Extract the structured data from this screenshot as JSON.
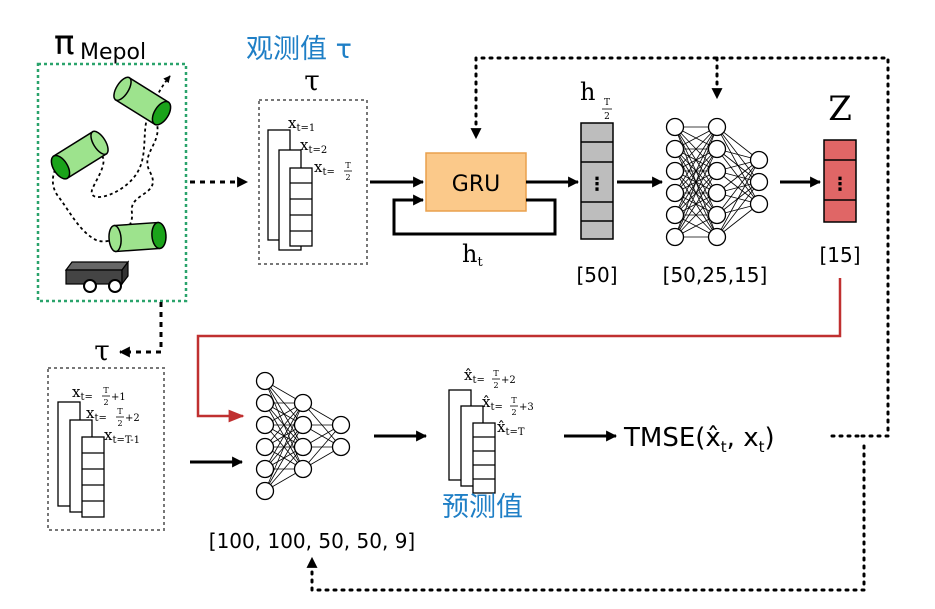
{
  "policy": {
    "symbol": "π",
    "subscript": "Mepol"
  },
  "observations": {
    "title": "观测值 τ",
    "tau": "τ",
    "labels": {
      "x1": {
        "base": "x",
        "sub": "t=1"
      },
      "x2": {
        "base": "x",
        "sub": "t=2"
      },
      "x3": {
        "base": "x",
        "sub_prefix": "t=",
        "frac_num": "T",
        "frac_den": "2"
      }
    }
  },
  "gru": {
    "label": "GRU",
    "recurrent_label": {
      "base": "h",
      "sub": "t"
    }
  },
  "hidden_state": {
    "label": {
      "base": "h",
      "frac_num": "T",
      "frac_den": "2"
    },
    "dots": "⋮",
    "dim": "[50]"
  },
  "encoder_mlp": {
    "dims": "[50,25,15]"
  },
  "latent": {
    "label": "Z",
    "dots": "⋮",
    "dim": "[15]"
  },
  "future": {
    "tau": "τ",
    "labels": {
      "x1": {
        "base": "x",
        "sub_prefix": "t=",
        "frac_num": "T",
        "frac_den": "2",
        "suffix": "+1"
      },
      "x2": {
        "base": "x",
        "sub_prefix": "t=",
        "frac_num": "T",
        "frac_den": "2",
        "suffix": "+2"
      },
      "x3": {
        "base": "x",
        "sub": "t=T-1"
      }
    }
  },
  "decoder_mlp": {
    "dims": "[100, 100, 50, 50, 9]"
  },
  "predictions": {
    "title": "预测值",
    "labels": {
      "p1": {
        "base": "x̂",
        "sub_prefix": "t=",
        "frac_num": "T",
        "frac_den": "2",
        "suffix": "+2"
      },
      "p2": {
        "base": "x̂",
        "sub_prefix": "t=",
        "frac_num": "T",
        "frac_den": "2",
        "suffix": "+3"
      },
      "p3": {
        "base": "x̂",
        "sub": "t=T"
      }
    }
  },
  "loss": {
    "name": "TMSE(",
    "pred": "x̂",
    "pred_sub": "t",
    "sep": ", x",
    "true_sub": "t",
    "close": ")"
  },
  "colors": {
    "gru_fill": "#fbc98a",
    "gru_stroke": "#e9a04d",
    "hidden_fill": "#bdbdbd",
    "latent_fill": "#e06666",
    "cylinder_fill": "#9de38d",
    "cylinder_dark": "#1aa31a",
    "policy_border": "#2aa36b",
    "feedback_line": "#c03030",
    "accent_text": "#1f7fc6"
  }
}
